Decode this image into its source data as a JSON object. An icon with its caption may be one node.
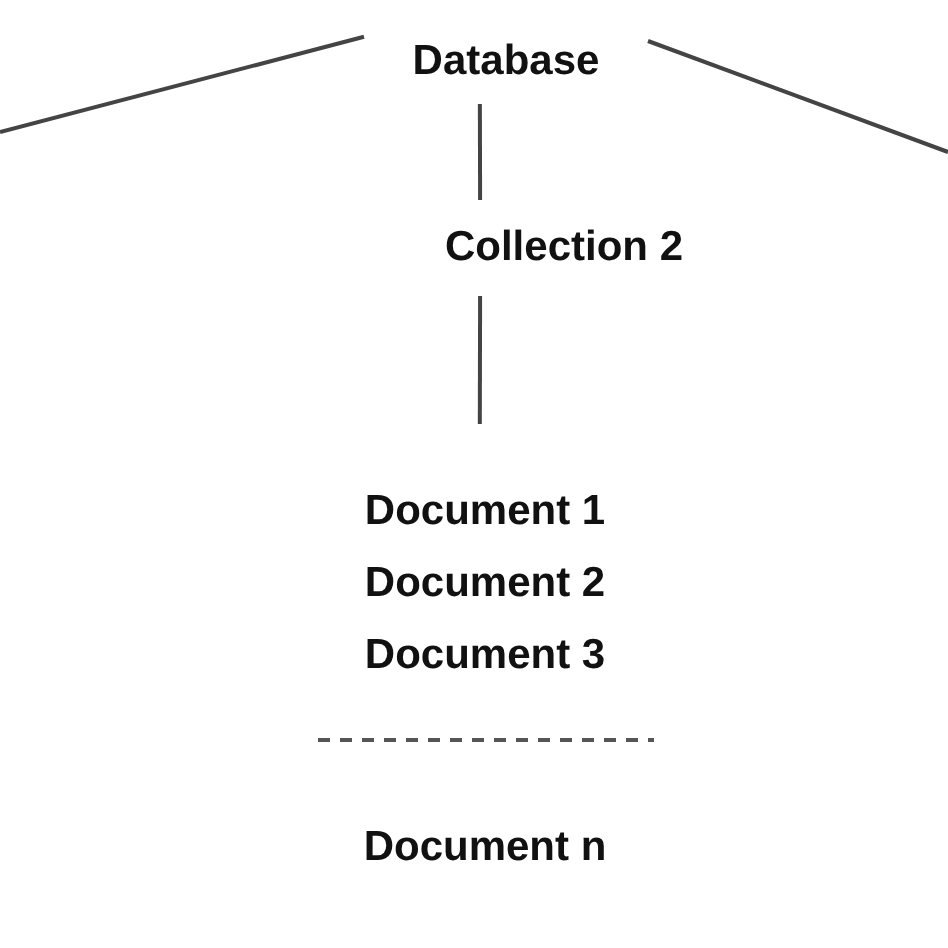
{
  "diagram": {
    "nodes": [
      {
        "text": [
          "Database"
        ]
      },
      {
        "text": [
          "Collection 2"
        ]
      },
      {
        "text": [
          "Document 1",
          "Document 2",
          "Document 3",
          "Document n"
        ]
      }
    ],
    "edges": [
      {
        "from": 0,
        "to": null,
        "arrow": "none"
      },
      {
        "from": 0,
        "to": null,
        "arrow": "none"
      },
      {
        "from": 0,
        "to": 1,
        "arrow": "none"
      },
      {
        "from": 1,
        "to": 2,
        "arrow": "none"
      }
    ]
  }
}
